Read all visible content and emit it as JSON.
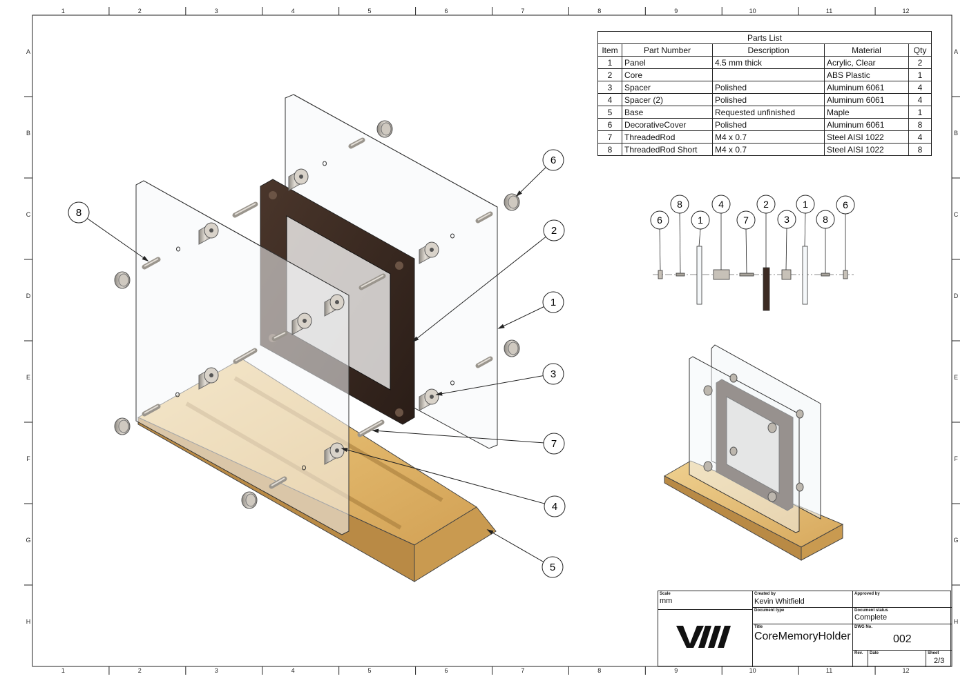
{
  "frame": {
    "col_labels": [
      "1",
      "2",
      "3",
      "4",
      "5",
      "6",
      "7",
      "8",
      "9",
      "10",
      "11",
      "12"
    ],
    "row_labels": [
      "A",
      "B",
      "C",
      "D",
      "E",
      "F",
      "G",
      "H"
    ]
  },
  "parts_list": {
    "title": "Parts List",
    "headers": [
      "Item",
      "Part Number",
      "Description",
      "Material",
      "Qty"
    ],
    "rows": [
      [
        "1",
        "Panel",
        "4.5 mm thick",
        "Acrylic, Clear",
        "2"
      ],
      [
        "2",
        "Core",
        "",
        "ABS Plastic",
        "1"
      ],
      [
        "3",
        "Spacer",
        "Polished",
        "Aluminum 6061",
        "4"
      ],
      [
        "4",
        "Spacer (2)",
        "Polished",
        "Aluminum 6061",
        "4"
      ],
      [
        "5",
        "Base",
        "Requested unfinished",
        "Maple",
        "1"
      ],
      [
        "6",
        "DecorativeCover",
        "Polished",
        "Aluminum 6061",
        "8"
      ],
      [
        "7",
        "ThreadedRod",
        "M4 x 0.7",
        "Steel AISI 1022",
        "4"
      ],
      [
        "8",
        "ThreadedRod Short",
        "M4 x 0.7",
        "Steel AISI 1022",
        "8"
      ]
    ]
  },
  "balloons_exploded": [
    "8",
    "6",
    "2",
    "1",
    "3",
    "7",
    "4",
    "5"
  ],
  "balloons_side": [
    "6",
    "8",
    "1",
    "4",
    "7",
    "2",
    "3",
    "1",
    "8",
    "6"
  ],
  "title_block": {
    "scale_label": "Scale",
    "scale_value": "mm",
    "created_by_label": "Created by",
    "created_by_value": "Kevin Whitfield",
    "approved_by_label": "Approved by",
    "document_type_label": "Document type",
    "document_status_label": "Document status",
    "document_status_value": "Complete",
    "title_label": "Title",
    "title_value": "CoreMemoryHolder",
    "dwg_label": "DWG No.",
    "dwg_value": "002",
    "rev_label": "Rev.",
    "date_label": "Date",
    "sheet_label": "Sheet",
    "sheet_value": "2/3",
    "logo_text": "VIII"
  },
  "colors": {
    "wood": "#e0b76a",
    "wood_dark": "#c9974a",
    "core": "#3b2a22",
    "metal": "#b9b3aa",
    "acrylic_edge": "#333333"
  }
}
